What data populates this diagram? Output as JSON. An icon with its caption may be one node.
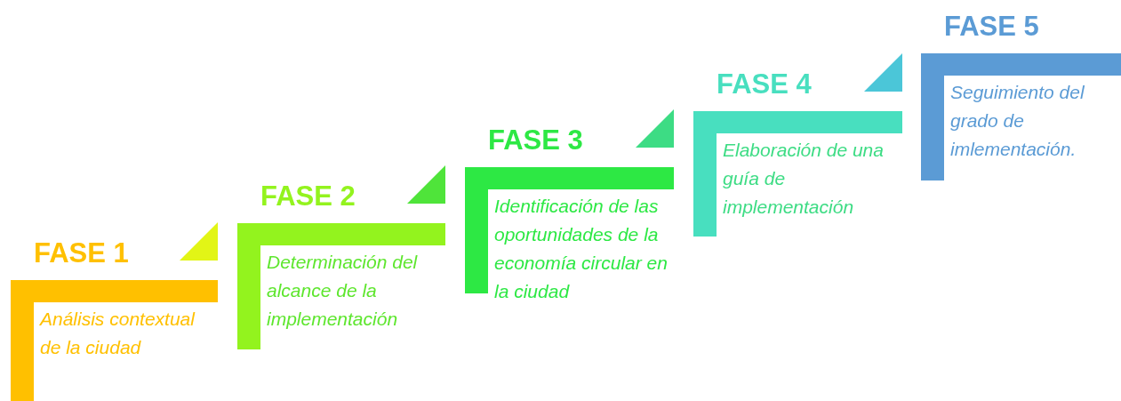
{
  "diagram": {
    "nodes": [
      {
        "text": [
          "FASE 1",
          "Análisis contextual de la ciudad"
        ]
      },
      {
        "text": [
          "FASE 2",
          "Determinación del alcance de la implementación"
        ]
      },
      {
        "text": [
          "FASE 3",
          "Identificación de las oportunidades de la economía circular en la ciudad"
        ]
      },
      {
        "text": [
          "FASE 4",
          "Elaboración de una guía de implementación"
        ]
      },
      {
        "text": [
          "FASE 5",
          "Seguimiento del grado de imlementación."
        ]
      }
    ]
  }
}
